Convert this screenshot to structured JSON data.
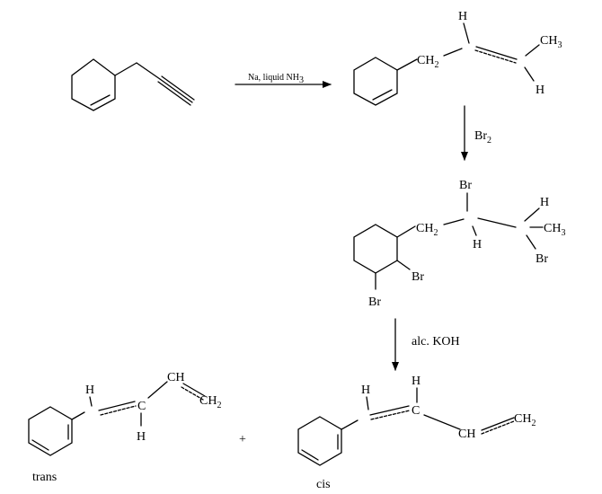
{
  "reagents": {
    "step1": "Na, liquid NH",
    "step1_sub": "3",
    "step2": "Br",
    "step2_sub": "2",
    "step3": "alc. KOH"
  },
  "atoms": {
    "H": "H",
    "C": "C",
    "CH": "CH",
    "CH2": "CH",
    "CH2_sub": "2",
    "CH3": "CH",
    "CH3_sub": "3",
    "Br": "Br"
  },
  "products": {
    "trans": "trans",
    "cis": "cis",
    "plus": "+"
  }
}
